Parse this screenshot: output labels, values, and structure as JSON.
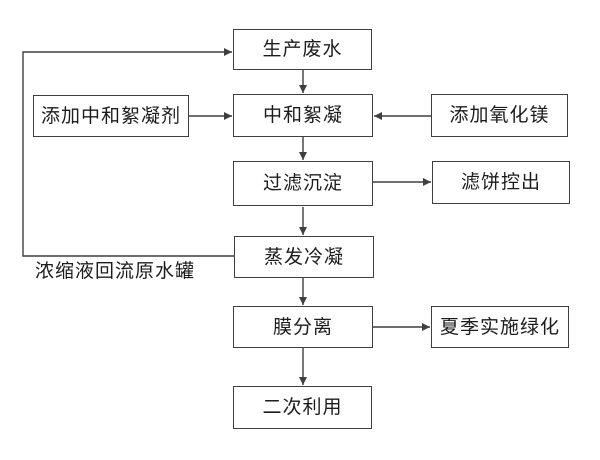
{
  "colors": {
    "background": "#ffffff",
    "line": "#3f3f3f",
    "box_border": "#3f3f3f",
    "text": "#1c1c1c"
  },
  "nodes": [
    {
      "id": "production-wastewater",
      "label": "生产废水"
    },
    {
      "id": "add-neutralizing-flocculant",
      "label": "添加中和絮凝剂"
    },
    {
      "id": "neutralization-flocculation",
      "label": "中和絮凝"
    },
    {
      "id": "add-magnesium-oxide",
      "label": "添加氧化镁"
    },
    {
      "id": "filtration-sedimentation",
      "label": "过滤沉淀"
    },
    {
      "id": "filter-cake-discharge",
      "label": "滤饼控出"
    },
    {
      "id": "evaporation-condensation",
      "label": "蒸发冷凝"
    },
    {
      "id": "membrane-separation",
      "label": "膜分离"
    },
    {
      "id": "summer-greening",
      "label": "夏季实施绿化"
    },
    {
      "id": "secondary-use",
      "label": "二次利用"
    }
  ],
  "edges": [
    {
      "from": "production-wastewater",
      "to": "neutralization-flocculation",
      "label": ""
    },
    {
      "from": "add-neutralizing-flocculant",
      "to": "neutralization-flocculation",
      "label": ""
    },
    {
      "from": "add-magnesium-oxide",
      "to": "neutralization-flocculation",
      "label": ""
    },
    {
      "from": "neutralization-flocculation",
      "to": "filtration-sedimentation",
      "label": ""
    },
    {
      "from": "filtration-sedimentation",
      "to": "filter-cake-discharge",
      "label": ""
    },
    {
      "from": "filtration-sedimentation",
      "to": "evaporation-condensation",
      "label": ""
    },
    {
      "from": "evaporation-condensation",
      "to": "membrane-separation",
      "label": ""
    },
    {
      "from": "evaporation-condensation",
      "to": "production-wastewater",
      "label": "浓缩液回流原水罐"
    },
    {
      "from": "membrane-separation",
      "to": "summer-greening",
      "label": ""
    },
    {
      "from": "membrane-separation",
      "to": "secondary-use",
      "label": ""
    }
  ],
  "labels": {
    "concentrate_return": "浓缩液回流原水罐"
  }
}
